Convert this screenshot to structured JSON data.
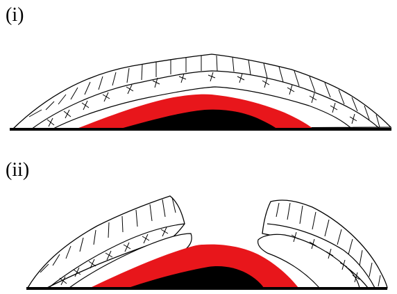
{
  "panels": [
    {
      "label": "(i)"
    },
    {
      "label": "(ii)"
    }
  ],
  "colors": {
    "core": "#000000",
    "red_layer": "#e8161b",
    "outline": "#000000",
    "background": "#ffffff"
  },
  "icons": {
    "cross_mark": "x-mark",
    "radial_tick": "line-segment"
  }
}
